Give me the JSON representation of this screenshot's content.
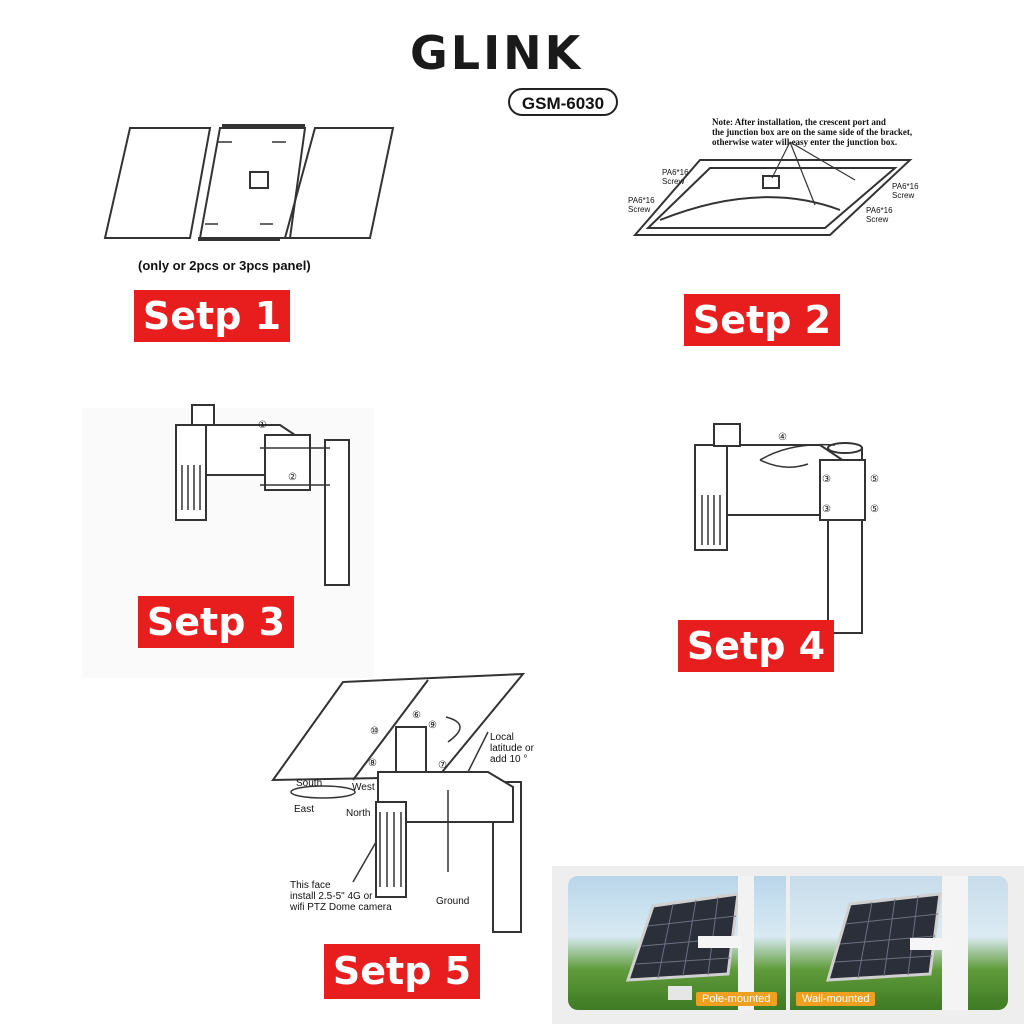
{
  "header": {
    "brand": "GLINK",
    "model": "GSM-6030"
  },
  "step1": {
    "label": "Setp 1",
    "caption": "(only or 2pcs or 3pcs panel)"
  },
  "step2": {
    "label": "Setp 2",
    "note_lines": [
      "Note: After installation, the crescent port and",
      "the junction box are on the same side of the bracket,",
      "otherwise water will easy enter the junction box."
    ],
    "screw_labels": [
      {
        "line1": "PA6*16",
        "line2": "Screw"
      },
      {
        "line1": "PA6*16",
        "line2": "Screw"
      },
      {
        "line1": "PA6*16",
        "line2": "Screw"
      },
      {
        "line1": "PA6*16",
        "line2": "Screw"
      }
    ]
  },
  "step3": {
    "label": "Setp 3",
    "markers": [
      "①",
      "②"
    ]
  },
  "step4": {
    "label": "Setp 4",
    "markers": [
      "④",
      "③",
      "③",
      "⑤",
      "⑤"
    ]
  },
  "step5": {
    "label": "Setp 5",
    "angle_note": [
      "Local",
      "latitude or",
      "add 10 °"
    ],
    "compass": {
      "south": "South",
      "west": "West",
      "east": "East",
      "north": "North"
    },
    "camera_note": [
      "This face",
      "install 2.5-5\" 4G or",
      "wifi PTZ Dome camera"
    ],
    "ground": "Ground",
    "markers": [
      "⑥",
      "⑦",
      "⑧",
      "⑨",
      "⑩"
    ]
  },
  "photos": {
    "left_caption": "Pole-mounted",
    "right_caption": "Wall-mounted"
  }
}
